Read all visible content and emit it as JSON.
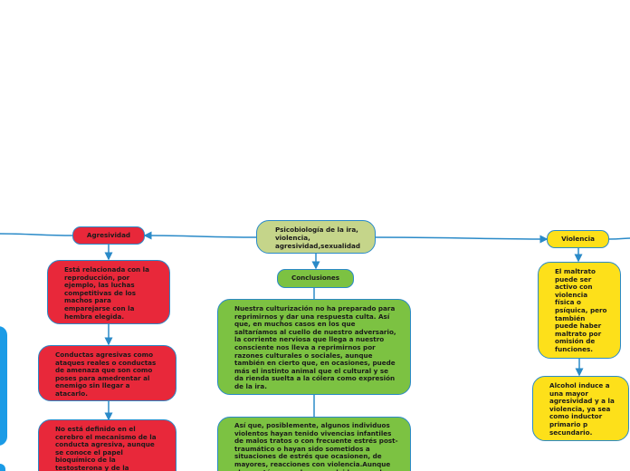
{
  "central": {
    "text": "Psicobiología de la ira, violencia, agresividad,sexualidad"
  },
  "branches": {
    "agresividad": {
      "label": "Agresividad",
      "items": [
        "Está relacionada con la reproducción, por ejemplo, las luchas competitivas de los machos para emparejarse con la hembra elegida.",
        "Conductas agresivas como ataques reales o conductas de amenaza que son como poses para amedrentar al enemigo sin llegar a atacarlo.",
        "No está definido en el cerebro el mecanismo de la conducta agresiva, aunque se conoce el papel bioquímico de la testosterona y de la"
      ]
    },
    "conclusiones": {
      "label": "Conclusiones",
      "items": [
        "Nuestra culturización no ha preparado para reprimirnos y dar una respuesta culta. Así que, en muchos casos en los que saltaríamos al cuello de nuestro adversario, la corriente nerviosa que llega a nuestro consciente nos lleva a reprimirnos por razones culturales o sociales, aunque también en cierto que, en ocasiones, puede más el instinto animal que el cultural y se da rienda suelta a la cólera como expresión de la ira.",
        "Así que, posiblemente, algunos individuos violentos hayan tenido vivencias infantiles de malos tratos o con frecuente estrés post-traumático o hayan sido sometidos a situaciones de estrés que ocasionen, de mayores, reacciones con violencia.Aunque claro está que no hay que olvidar que el"
      ]
    },
    "violencia": {
      "label": "Violencia",
      "items": [
        "El maltrato puede ser activo con violencia física o psíquica, pero también puede haber maltrato por omisión de funciones.",
        "Alcohol induce a una mayor agresividad y a la violencia, ya sea como inductor primario p secundario."
      ]
    }
  },
  "colors": {
    "link": "#2a8ac8",
    "agresividad": "#e8283a",
    "violencia": "#fde01a",
    "conclusiones": "#7cc242",
    "central": "#c5d58a",
    "offscreen_node": "#1b9be6"
  }
}
